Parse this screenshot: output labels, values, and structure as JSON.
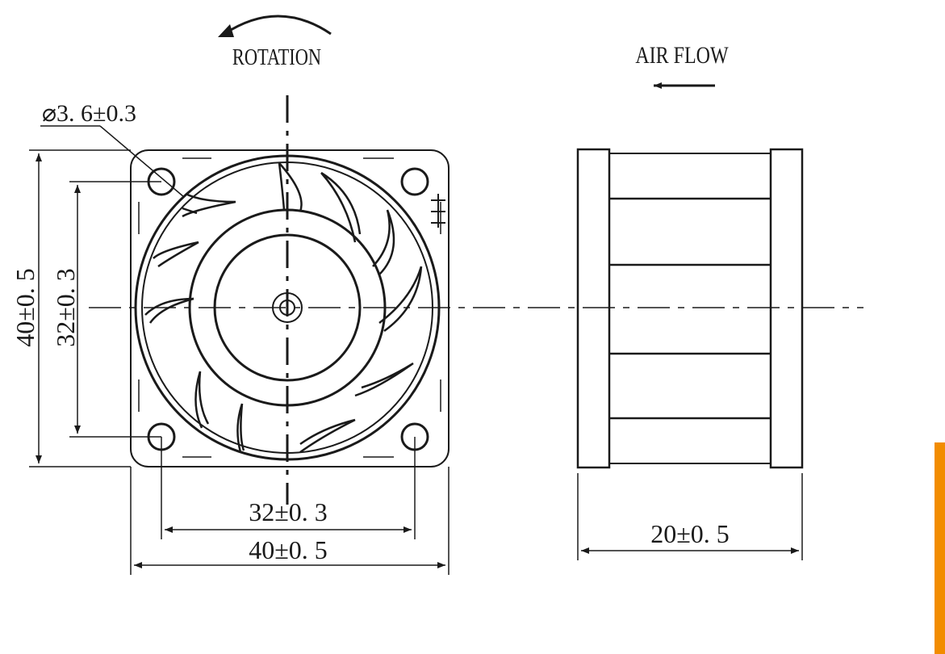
{
  "labels": {
    "rotation": "ROTATION",
    "airflow": "AIR FLOW",
    "hole_dia": "⌀3. 6±0.3",
    "height_outer": "40±0. 5",
    "height_inner": "32±0. 3",
    "width_inner": "32±0. 3",
    "width_outer": "40±0. 5",
    "depth": "20±0. 5"
  },
  "colors": {
    "line": "#1a1a1a",
    "accent": "#f28c00"
  }
}
